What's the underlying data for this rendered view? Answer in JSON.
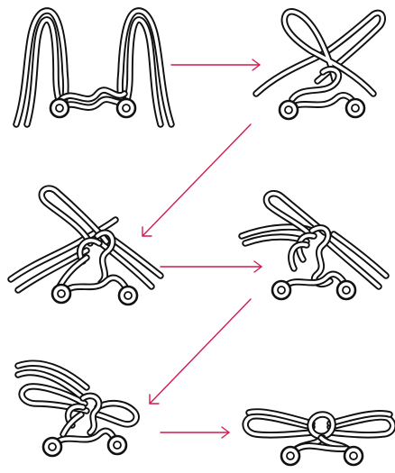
{
  "diagram": {
    "kind": "shoelace-tying-steps",
    "step_count": 6,
    "colors": {
      "lace_outline": "#111111",
      "lace_fill": "#ffffff",
      "arrow": "#d11a4f",
      "background": "#ffffff"
    },
    "arrows": [
      {
        "from_step": 1,
        "to_step": 2,
        "direction": "right"
      },
      {
        "from_step": 2,
        "to_step": 3,
        "direction": "down-left"
      },
      {
        "from_step": 3,
        "to_step": 4,
        "direction": "right"
      },
      {
        "from_step": 4,
        "to_step": 5,
        "direction": "down-left"
      },
      {
        "from_step": 5,
        "to_step": 6,
        "direction": "right"
      }
    ]
  }
}
